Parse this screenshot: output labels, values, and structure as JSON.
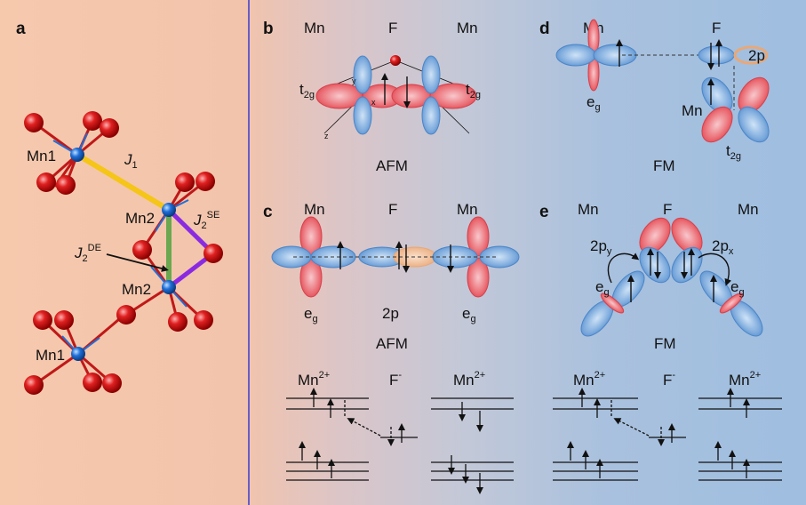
{
  "panels": {
    "a": "a",
    "b": "b",
    "c": "c",
    "d": "d",
    "e": "e"
  },
  "panel_a": {
    "mn1_top": "Mn1",
    "mn2_top": "Mn2",
    "mn2_bottom": "Mn2",
    "mn1_bottom": "Mn1",
    "j1": "J",
    "j1_sub": "1",
    "j2se": "J",
    "j2se_sub": "2",
    "j2se_sup": "SE",
    "j2de": "J",
    "j2de_sub": "2",
    "j2de_sup": "DE"
  },
  "panel_b": {
    "mn_left": "Mn",
    "f": "F",
    "mn_right": "Mn",
    "t2g_left": "t",
    "t2g_left_sub": "2g",
    "t2g_right": "t",
    "t2g_right_sub": "2g",
    "axis_y": "y",
    "axis_x": "x",
    "axis_z": "z",
    "state": "AFM"
  },
  "panel_c": {
    "mn_left": "Mn",
    "f": "F",
    "mn_right": "Mn",
    "eg_left": "e",
    "eg_left_sub": "g",
    "p2": "2p",
    "eg_right": "e",
    "eg_right_sub": "g",
    "state": "AFM",
    "lvl_mn_left": "Mn",
    "lvl_mn_left_sup": "2+",
    "lvl_f": "F",
    "lvl_f_sup": "-",
    "lvl_mn_right": "Mn",
    "lvl_mn_right_sup": "2+"
  },
  "panel_d": {
    "mn_top": "Mn",
    "f": "F",
    "p2": "2p",
    "eg": "e",
    "eg_sub": "g",
    "mn_lower": "Mn",
    "t2g": "t",
    "t2g_sub": "2g",
    "state": "FM"
  },
  "panel_e": {
    "mn_left": "Mn",
    "f": "F",
    "mn_right": "Mn",
    "py": "2p",
    "py_sub": "y",
    "px": "2p",
    "px_sub": "x",
    "eg_left": "e",
    "eg_left_sub": "g",
    "eg_right": "e",
    "eg_right_sub": "g",
    "state": "FM",
    "lvl_mn_left": "Mn",
    "lvl_mn_left_sup": "2+",
    "lvl_f": "F",
    "lvl_f_sup": "-",
    "lvl_mn_right": "Mn",
    "lvl_mn_right_sup": "2+"
  },
  "colors": {
    "mn_atom": "#1f6fd8",
    "f_atom": "#d81616",
    "j1_bond": "#f5c518",
    "j2se_bond": "#8a2be2",
    "j2de_bond": "#6aa84f",
    "orbital_red": "#e8525a",
    "orbital_blue": "#5b95d3",
    "orbital_orange": "#e8a878",
    "divider": "#3a3ad0"
  }
}
